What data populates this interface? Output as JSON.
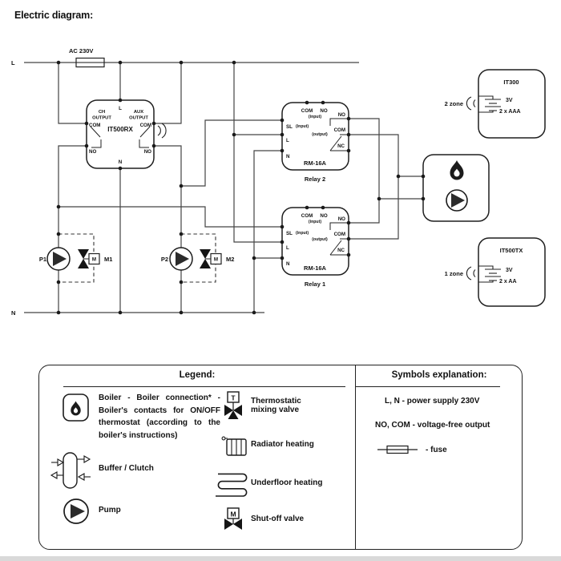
{
  "title": "Electric diagram:",
  "diagram": {
    "supply": {
      "ac": "AC 230V",
      "l": "L",
      "n": "N"
    },
    "receiver": {
      "name": "IT500RX",
      "ch": "CH",
      "aux": "AUX",
      "output": "OUTPUT",
      "com": "COM",
      "no": "NO",
      "l": "L",
      "n": "N"
    },
    "relays": {
      "model": "RM-16A",
      "relay2": "Relay 2",
      "relay1": "Relay 1",
      "sl": "SL",
      "input": "(input)",
      "output": "(output)",
      "com": "COM",
      "no": "NO",
      "nc": "NC",
      "l": "L",
      "n": "N"
    },
    "it300": {
      "name": "IT300",
      "zone": "2 zone",
      "voltage": "3V",
      "batteries": "2 x AAA"
    },
    "it500tx": {
      "name": "IT500TX",
      "zone": "1 zone",
      "voltage": "3V",
      "batteries": "2 x AA"
    },
    "pumps": {
      "p1": "P1",
      "m1": "M1",
      "p2": "P2",
      "m2": "M2"
    }
  },
  "legend": {
    "heading": "Legend:",
    "boiler_title": "Boiler - Boiler connection*",
    "boiler_desc": "- Boiler's contacts for ON/OFF thermostat (according to the boiler's instructions)",
    "buffer": "Buffer / Clutch",
    "pump": "Pump",
    "thermo_line1": "Thermostatic",
    "thermo_line2": "mixing valve",
    "radiator": "Radiator heating",
    "underfloor": "Underfloor heating",
    "shutoff": "Shut-off valve",
    "t_letter": "T",
    "m_letter": "M"
  },
  "symbols": {
    "heading": "Symbols explanation:",
    "power_term": "L, N",
    "power_desc": "- power supply 230V",
    "output_term": "NO, COM",
    "output_desc": "- voltage-free output",
    "fuse": "- fuse"
  }
}
